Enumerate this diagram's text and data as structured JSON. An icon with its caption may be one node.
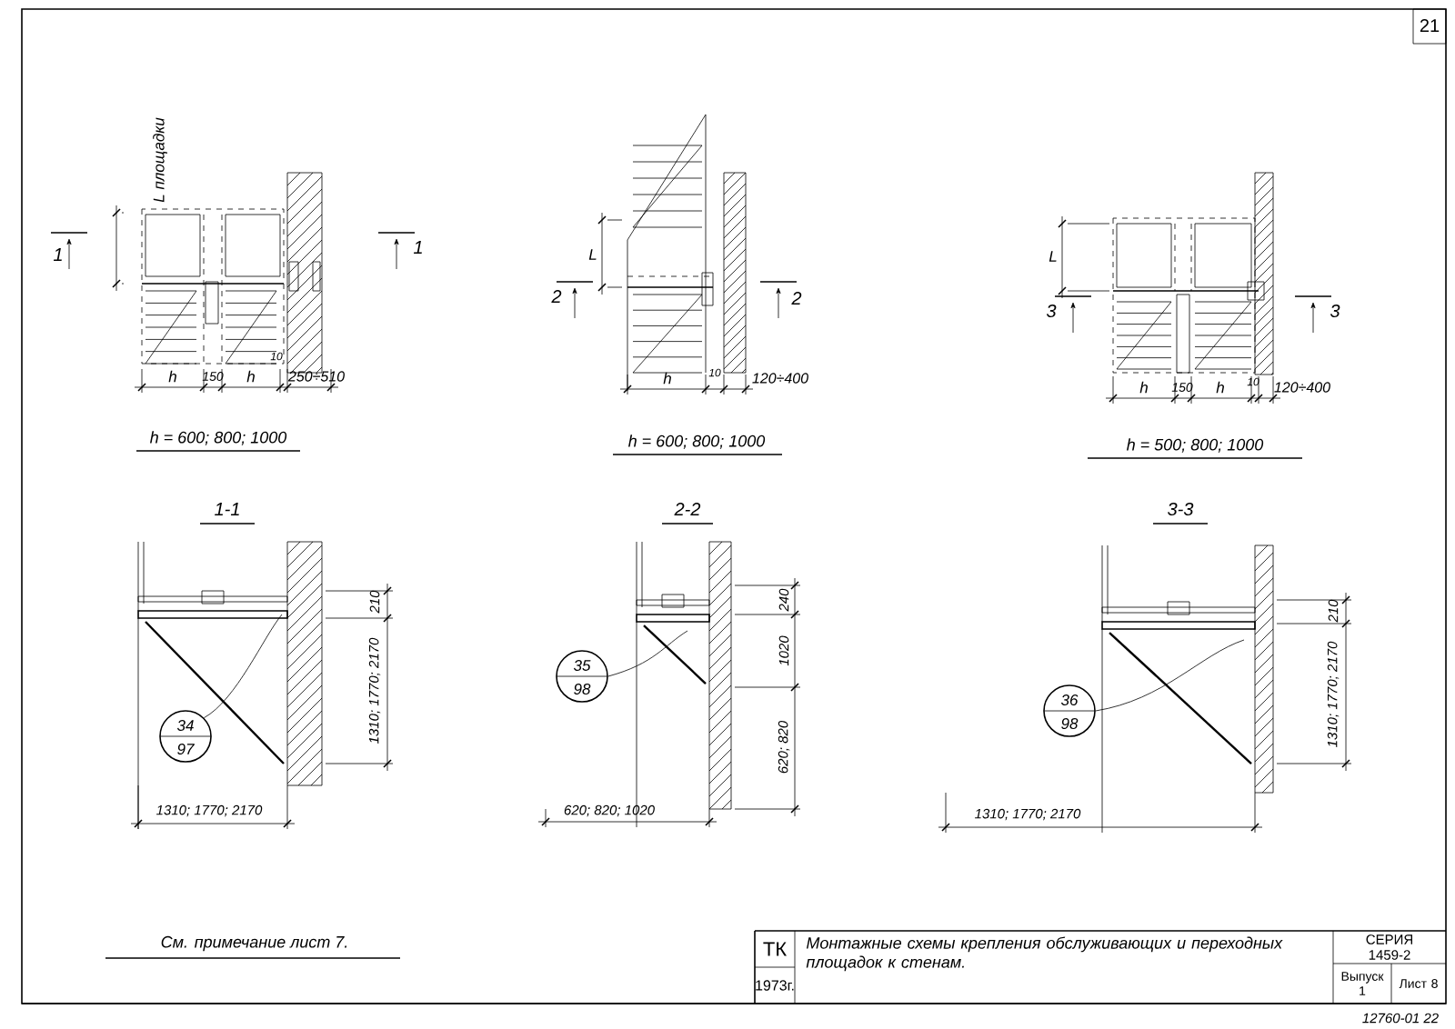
{
  "diagram": {
    "title": "Монтажные схемы крепления обслуживающих и переходных площадок к стенам.",
    "nodes": [
      {
        "text": [
          "34",
          "97"
        ]
      },
      {
        "text": [
          "35",
          "98"
        ]
      },
      {
        "text": [
          "36",
          "98"
        ]
      }
    ],
    "edges": [
      {
        "from": 0,
        "to": null,
        "arrow": "none"
      },
      {
        "from": 1,
        "to": null,
        "arrow": "none"
      },
      {
        "from": 2,
        "to": null,
        "arrow": "none"
      }
    ],
    "labels": [
      "21",
      "L площадки",
      "1",
      "1",
      "h",
      "150",
      "h",
      "10",
      "250÷510",
      "h = 600; 800; 1000",
      "L",
      "2",
      "2",
      "h",
      "10",
      "120÷400",
      "h = 600; 800; 1000",
      "L",
      "3",
      "3",
      "h",
      "150",
      "h",
      "10",
      "120÷400",
      "h = 500; 800; 1000",
      "1-1",
      "2-2",
      "3-3",
      "210",
      "1310; 1770; 2170",
      "1310; 1770; 2170",
      "240",
      "1020",
      "620; 820",
      "620; 820; 1020",
      "210",
      "1310; 1770; 2170",
      "1310; 1770; 2170",
      "См. примечание лист 7.",
      "ТК",
      "1973г.",
      "СЕРИЯ 1459-2",
      "Выпуск 1",
      "Лист 8",
      "12760-01 22"
    ]
  }
}
